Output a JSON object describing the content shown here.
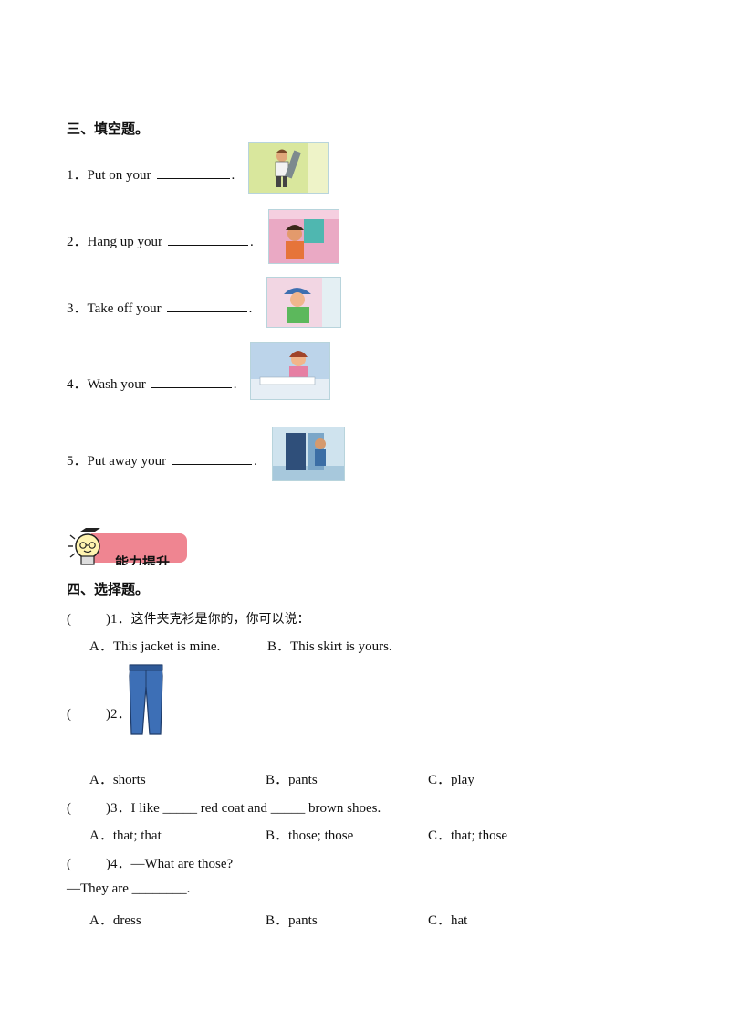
{
  "section3": {
    "title": "三、填空题。",
    "items": [
      {
        "num": "1．",
        "prefix": "Put on your",
        "end": "."
      },
      {
        "num": "2．",
        "prefix": "Hang up your",
        "end": "."
      },
      {
        "num": "3．",
        "prefix": "Take off your",
        "end": "."
      },
      {
        "num": "4．",
        "prefix": "Wash your",
        "end": "."
      },
      {
        "num": "5．",
        "prefix": "Put away your",
        "end": "."
      }
    ]
  },
  "banner": {
    "label": "能力提升"
  },
  "section4": {
    "title": "四、选择题。",
    "q1": {
      "paren": "(",
      "paren_close": ")",
      "num": "1．",
      "text": "这件夹克衫是你的，你可以说：",
      "options": [
        "A．This jacket is mine.",
        "B．This skirt is yours."
      ]
    },
    "q2": {
      "paren": "(",
      "paren_close": ")",
      "num": "2．",
      "options": [
        "A．shorts",
        "B．pants",
        "C．play"
      ]
    },
    "q3": {
      "paren": "(",
      "paren_close": ")",
      "num": "3．",
      "text": "I like _____ red coat and _____ brown shoes.",
      "options": [
        "A．that; that",
        "B．those; those",
        "C．that; those"
      ]
    },
    "q4": {
      "paren": "(",
      "paren_close": ")",
      "num": "4．",
      "text": "—What are those?",
      "answer_line": "—They are ________.",
      "options": [
        "A．dress",
        "B．pants",
        "C．hat"
      ]
    }
  }
}
